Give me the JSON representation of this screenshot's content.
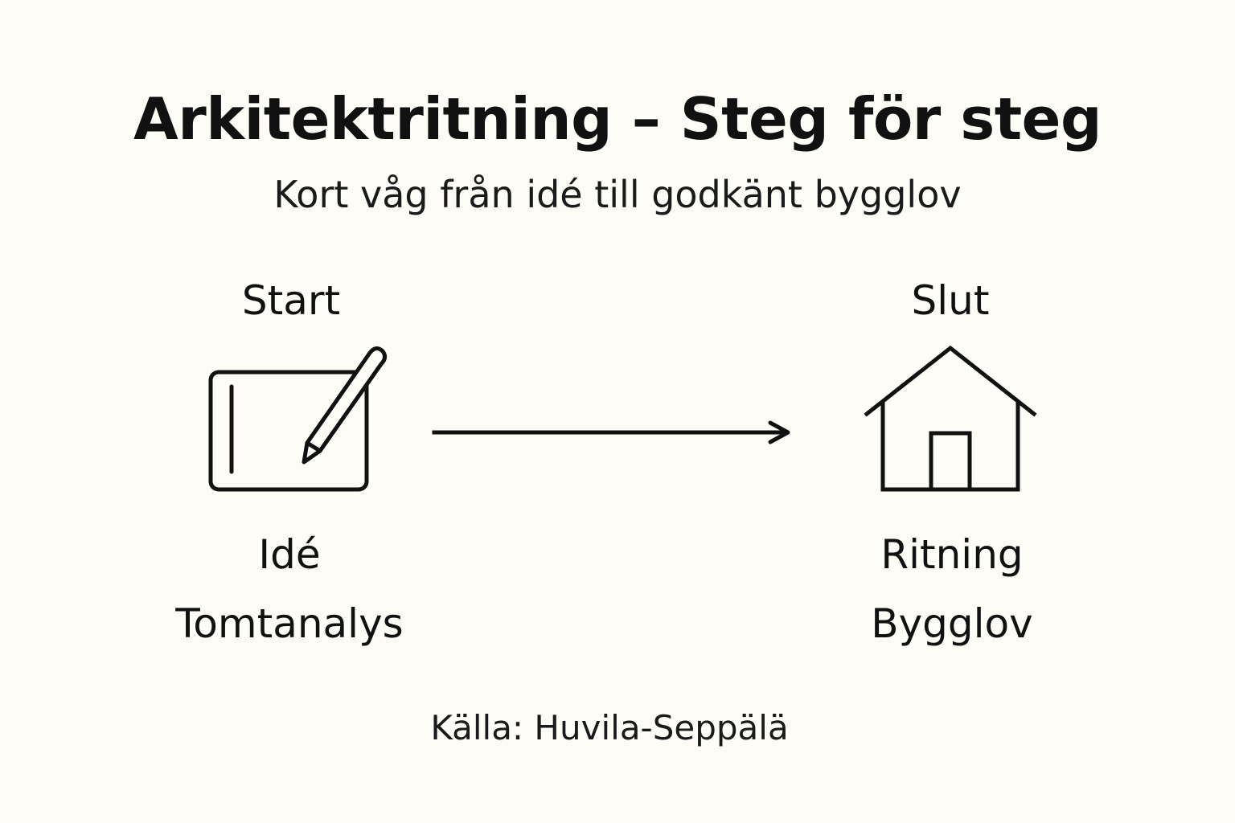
{
  "header": {
    "title": "Arkitektritning – Steg för steg",
    "subtitle": "Kort våg från idé till godkänt bygglov"
  },
  "start": {
    "label": "Start",
    "icon": "tablet-pen-icon",
    "steps": [
      "Idé",
      "Tomtanalys"
    ]
  },
  "end": {
    "label": "Slut",
    "icon": "house-icon",
    "steps": [
      "Ritning",
      "Bygglov"
    ]
  },
  "connector": {
    "icon": "arrow-right-icon"
  },
  "footer": {
    "source": "Källa: Huvila-Seppälä"
  },
  "colors": {
    "background": "#fdfcf7",
    "ink": "#111111"
  }
}
